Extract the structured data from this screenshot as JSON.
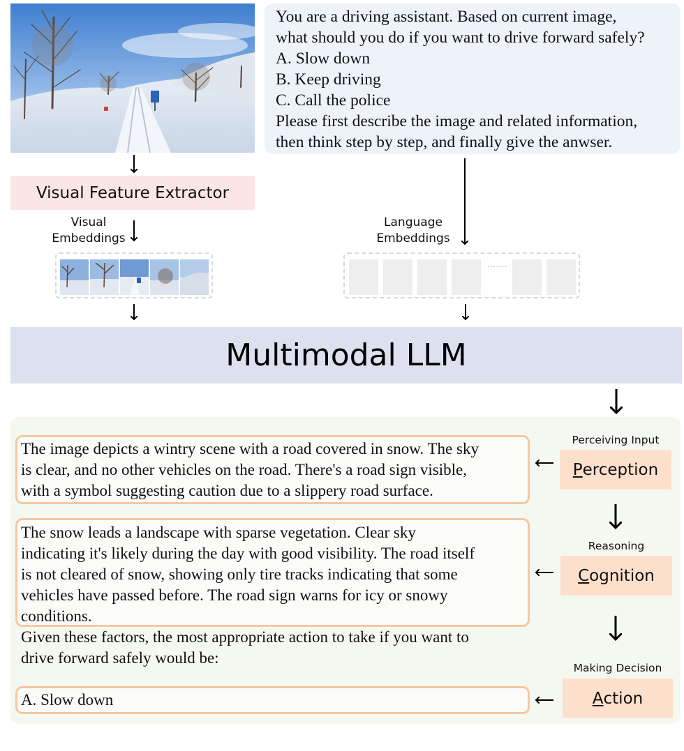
{
  "prompt_lines": [
    "You are a driving assistant.  Based on current image,",
    "what should you do if you want to drive forward safely?",
    "A. Slow down",
    "B. Keep driving",
    "C. Call the police",
    "Please first describe the image and related information,",
    "then think step by step, and finally give the anwser."
  ],
  "extractor_label": "Visual Feature Extractor",
  "visual_embeddings_label": [
    "Visual",
    "Embeddings"
  ],
  "language_embeddings_label": [
    "Language",
    "Embeddings"
  ],
  "ellipsis": "·······",
  "llm_label": "Multimodal LLM",
  "perception": {
    "caption": "Perceiving Input",
    "initial": "P",
    "rest": "erception",
    "text_lines": [
      "The image depicts a wintry scene with a road covered in snow. The sky",
      "is clear, and no other vehicles on the road. There's a road sign visible,",
      "with a symbol suggesting caution due to a slippery road surface."
    ]
  },
  "cognition": {
    "caption": "Reasoning",
    "initial": "C",
    "rest": "ognition",
    "text_lines": [
      "The snow leads a landscape with sparse vegetation. Clear sky",
      "indicating it's likely during the day with good visibility. The road itself",
      "is not cleared of snow, showing only tire tracks indicating that some",
      "vehicles have passed before. The road sign warns for icy or snowy",
      "conditions."
    ]
  },
  "transition_lines": [
    "Given these factors, the most appropriate action to take if you want to",
    "drive forward safely would be:"
  ],
  "action": {
    "caption": "Making Decision",
    "initial": "A",
    "rest": "ction",
    "answer": "A. Slow down"
  },
  "colors": {
    "prompt_bg": "#eef2f9",
    "extractor_bg": "#fbe5e6",
    "llm_bg": "#dde1ef",
    "panel_bg": "#f5f8f1",
    "box_border": "#f3c9a2",
    "stage_bg": "#fde0cc"
  }
}
